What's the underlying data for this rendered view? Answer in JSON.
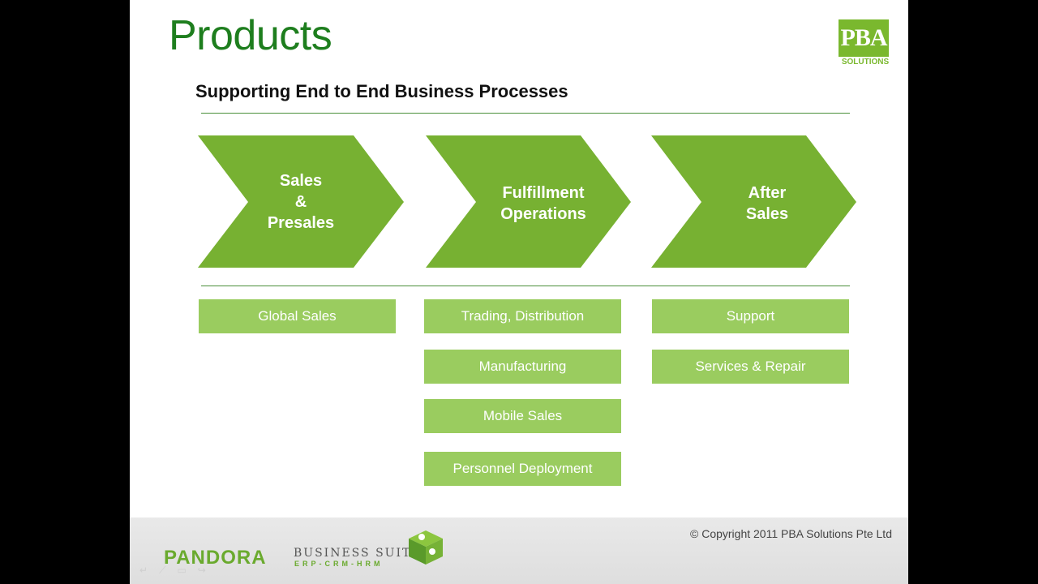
{
  "slide": {
    "title": "Products",
    "subtitle": "Supporting End to End Business Processes"
  },
  "logo": {
    "text": "PBA",
    "subtext": "SOLUTIONS",
    "color": "#7ab82e"
  },
  "stages": [
    {
      "label": "Sales\n&\nPresales"
    },
    {
      "label": "Fulfillment\nOperations"
    },
    {
      "label": "After\nSales"
    }
  ],
  "columns": [
    {
      "items": [
        "Global Sales"
      ]
    },
    {
      "items": [
        "Trading, Distribution",
        "Manufacturing",
        "Mobile Sales",
        "Personnel Deployment"
      ]
    },
    {
      "items": [
        "Support",
        "Services & Repair"
      ]
    }
  ],
  "colors": {
    "chevron": "#77b132",
    "box": "#9acc5f",
    "title": "#1e7e1e"
  },
  "footer": {
    "copyright": "© Copyright 2011 PBA Solutions Pte Ltd",
    "brand": "PANDORA",
    "suite": "BUSINESS SUITE",
    "suite_sub": "ERP-CRM-HRM"
  }
}
